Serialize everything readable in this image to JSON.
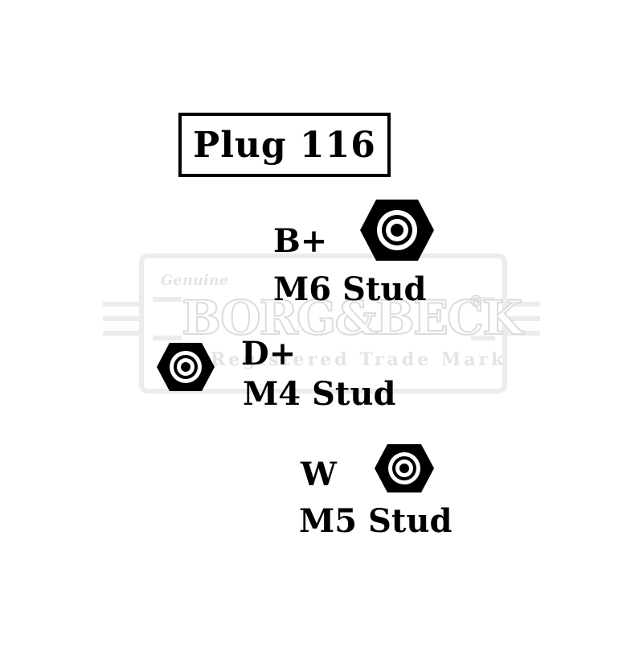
{
  "title": "Plug 116",
  "terminals": [
    {
      "id": "b",
      "name": "B+",
      "stud": "M6 Stud"
    },
    {
      "id": "d",
      "name": "D+",
      "stud": "M4 Stud"
    },
    {
      "id": "w",
      "name": "W",
      "stud": "M5 Stud"
    }
  ],
  "watermark": {
    "brand": "BORG&BECK",
    "registered": "®",
    "script": "Genuine",
    "tagline": "Registered Trade Mark"
  },
  "colors": {
    "ink": "#000000",
    "watermark": "#e6e6e6"
  },
  "icons": {
    "terminal": "hex-nut-icon"
  }
}
